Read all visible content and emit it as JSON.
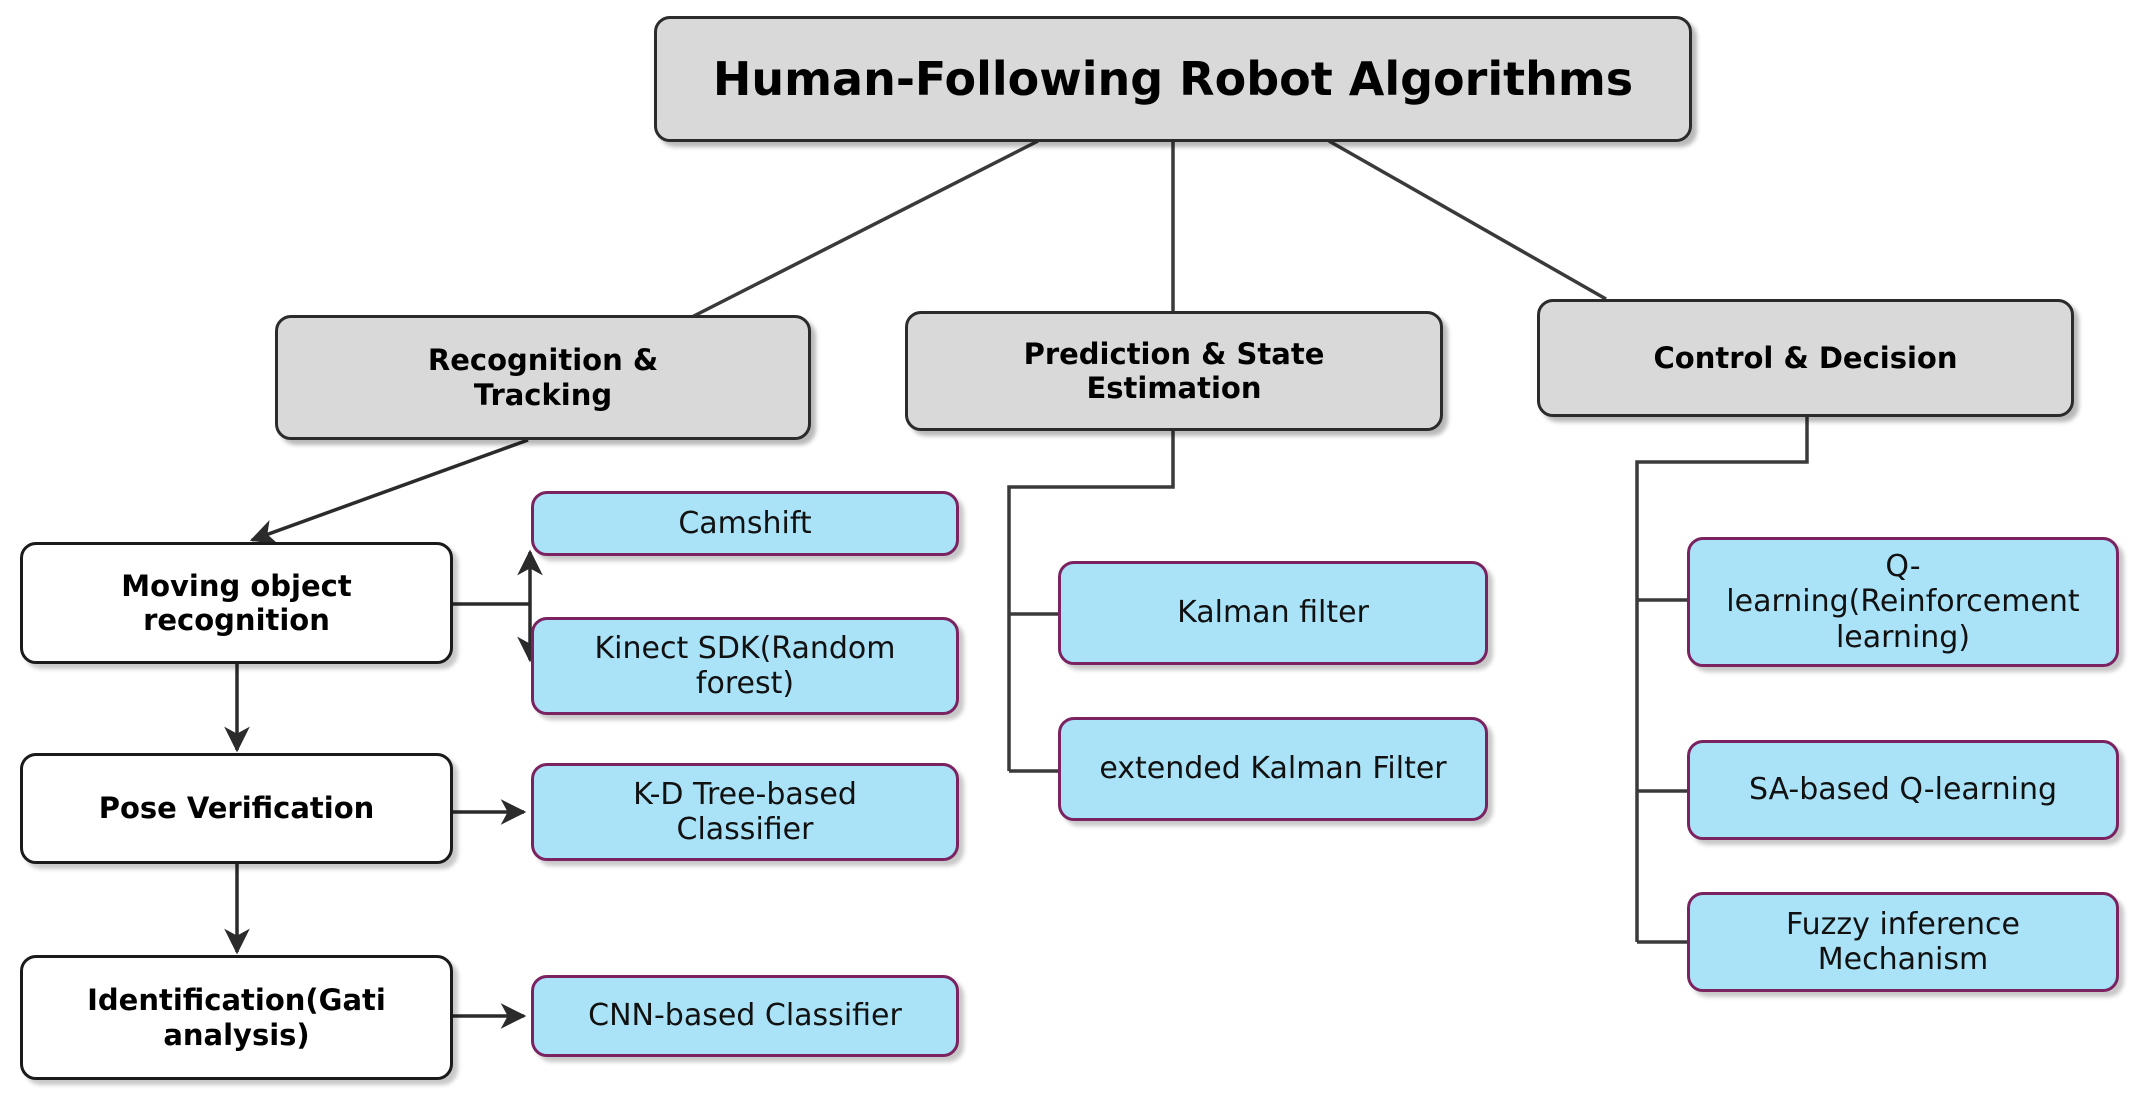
{
  "diagram": {
    "title": "Human-Following Robot Algorithms",
    "colors": {
      "category_fill": "#d9d9d9",
      "category_border": "#2b2b2b",
      "stage_fill": "#ffffff",
      "stage_border": "#1a1a1a",
      "algorithm_fill": "#aae3f8",
      "algorithm_border": "#7b2361",
      "edge": "#333333",
      "background": "#ffffff"
    }
  },
  "root": {
    "label": "Human-Following Robot Algorithms"
  },
  "categories": [
    {
      "id": "recognition-tracking",
      "label": "Recognition &\nTracking"
    },
    {
      "id": "prediction-state-estimation",
      "label": "Prediction & State\nEstimation"
    },
    {
      "id": "control-decision",
      "label": "Control & Decision"
    }
  ],
  "stages": [
    {
      "id": "moving-object-recognition",
      "label": "Moving object\nrecognition"
    },
    {
      "id": "pose-verification",
      "label": "Pose Verification"
    },
    {
      "id": "identification-gati-analysis",
      "label": "Identification(Gati\nanalysis)"
    }
  ],
  "algorithms": {
    "recognition_tracking": [
      {
        "id": "camshift",
        "label": "Camshift"
      },
      {
        "id": "kinect-sdk-random-forest",
        "label": "Kinect SDK(Random\nforest)"
      },
      {
        "id": "kd-tree-based-classifier",
        "label": "K-D Tree-based\nClassifier"
      },
      {
        "id": "cnn-based-classifier",
        "label": "CNN-based Classifier"
      }
    ],
    "prediction_state_estimation": [
      {
        "id": "kalman-filter",
        "label": "Kalman filter"
      },
      {
        "id": "extended-kalman-filter",
        "label": "extended Kalman Filter"
      }
    ],
    "control_decision": [
      {
        "id": "q-learning-reinforcement-learning",
        "label": "Q-\nlearning(Reinforcement\nlearning)"
      },
      {
        "id": "sa-based-q-learning",
        "label": "SA-based Q-learning"
      },
      {
        "id": "fuzzy-inference-mechanism",
        "label": "Fuzzy inference\nMechanism"
      }
    ]
  }
}
